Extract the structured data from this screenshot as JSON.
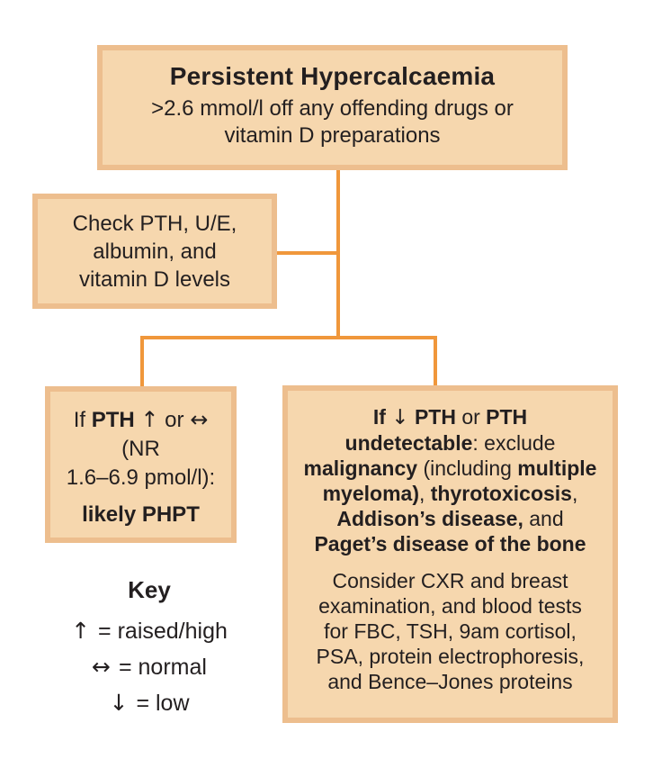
{
  "colors": {
    "background": "#ffffff",
    "box_fill": "#f6d7ae",
    "box_border": "#edbe8e",
    "connector": "#f0973b",
    "text": "#231f20"
  },
  "top_box": {
    "title": "Persistent Hypercalcaemia",
    "subtitle_lines": [
      ">2.6 mmol/l off any offending drugs or",
      "vitamin D preparations"
    ]
  },
  "check_box": {
    "lines": [
      "Check PTH, U/E,",
      "albumin, and",
      "vitamin D levels"
    ]
  },
  "left_box": {
    "line1_segments": [
      {
        "text": "If ",
        "bold": false
      },
      {
        "text": "PTH",
        "bold": true
      },
      {
        "text": " ",
        "bold": false
      },
      {
        "text": "↑",
        "bold": false,
        "arrow": true
      },
      {
        "text": " or ",
        "bold": false
      },
      {
        "text": "↔",
        "bold": false,
        "arrow": true
      }
    ],
    "line2": "(NR",
    "line3": "1.6–6.9 pmol/l):",
    "conclusion_segments": [
      {
        "text": "likely PHPT",
        "bold": true
      }
    ]
  },
  "right_box": {
    "para1_segments": [
      {
        "text": "If ",
        "bold": true
      },
      {
        "text": "↓",
        "bold": false,
        "arrow": true
      },
      {
        "text": " ",
        "bold": false
      },
      {
        "text": "PTH",
        "bold": true
      },
      {
        "text": " or ",
        "bold": false
      },
      {
        "text": "PTH",
        "bold": true
      },
      {
        "br": true
      },
      {
        "text": "undetectable",
        "bold": true
      },
      {
        "text": ": exclude",
        "bold": false
      },
      {
        "br": true
      },
      {
        "text": "malignancy",
        "bold": true
      },
      {
        "text": " (including ",
        "bold": false
      },
      {
        "text": "multiple",
        "bold": true
      },
      {
        "br": true
      },
      {
        "text": "myeloma)",
        "bold": true
      },
      {
        "text": ", ",
        "bold": false
      },
      {
        "text": "thyrotoxicosis",
        "bold": true
      },
      {
        "text": ",",
        "bold": false
      },
      {
        "br": true
      },
      {
        "text": "Addison’s disease,",
        "bold": true
      },
      {
        "text": " and",
        "bold": false
      },
      {
        "br": true
      },
      {
        "text": "Paget’s disease of the bone",
        "bold": true
      }
    ],
    "para2_lines": [
      "Consider CXR and breast",
      "examination, and blood tests",
      "for FBC, TSH, 9am cortisol,",
      "PSA, protein electrophoresis,",
      "and Bence–Jones proteins"
    ]
  },
  "key": {
    "title": "Key",
    "entries": [
      {
        "symbol": "↑",
        "label": "= raised/high"
      },
      {
        "symbol": "↔",
        "label": "= normal"
      },
      {
        "symbol": "↓",
        "label": "= low"
      }
    ]
  }
}
